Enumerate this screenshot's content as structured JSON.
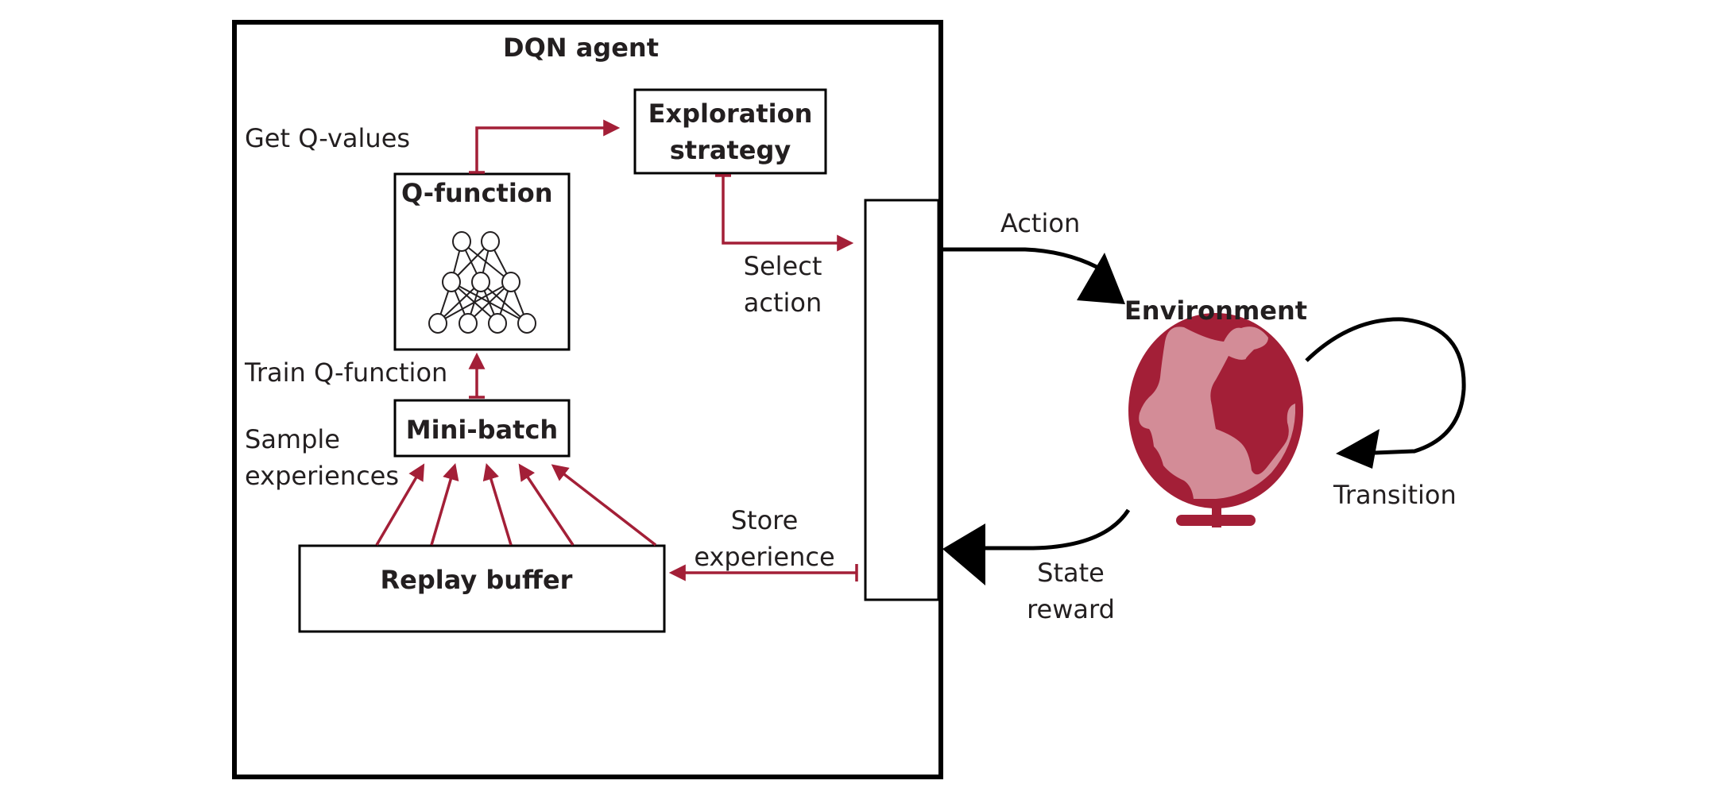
{
  "agent": {
    "title": "DQN agent",
    "components": {
      "exploration": {
        "line1": "Exploration",
        "line2": "strategy"
      },
      "q_function": {
        "label": "Q-function"
      },
      "mini_batch": {
        "label": "Mini-batch"
      },
      "replay_buffer": {
        "label": "Replay buffer"
      }
    },
    "edges": {
      "get_q_values": "Get Q-values",
      "select_action": {
        "line1": "Select",
        "line2": "action"
      },
      "train_q_function": "Train Q-function",
      "sample_experiences": {
        "line1": "Sample",
        "line2": "experiences"
      },
      "store_experience": {
        "line1": "Store",
        "line2": "experience"
      }
    }
  },
  "environment": {
    "title": "Environment",
    "icon": "globe-icon",
    "edges": {
      "action": "Action",
      "state_reward": {
        "line1": "State",
        "line2": "reward"
      },
      "transition": "Transition"
    }
  },
  "colors": {
    "accent": "#a31f37",
    "accent_light": "#d38c97",
    "stroke": "#000000",
    "text": "#231f20"
  }
}
